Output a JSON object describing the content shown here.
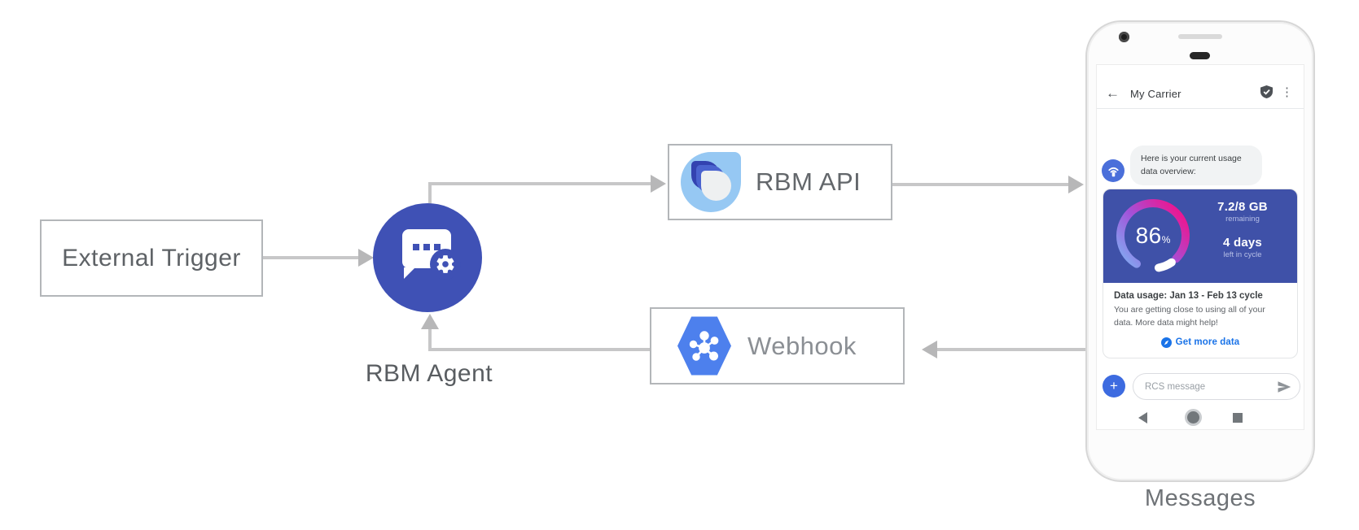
{
  "diagram": {
    "nodes": {
      "external_trigger": "External Trigger",
      "rbm_agent": "RBM Agent",
      "rbm_api": "RBM API",
      "webhook": "Webhook"
    },
    "caption": "Messages"
  },
  "phone": {
    "header": {
      "back": "←",
      "title": "My Carrier",
      "menu": "⋮"
    },
    "chat": {
      "agent_message": "Here is your current usage data overview:",
      "usage_card": {
        "percent": "86",
        "percent_unit": "%",
        "stat_primary_value": "7.2/8 GB",
        "stat_primary_caption": "remaining",
        "stat_secondary_value": "4 days",
        "stat_secondary_caption": "left in cycle",
        "title": "Data usage: Jan 13 - Feb 13 cycle",
        "body": "You are getting close to using all of your data. More data might help!",
        "action_label": "Get more data"
      }
    },
    "composer": {
      "placeholder": "RCS message",
      "plus": "+"
    }
  },
  "colors": {
    "agent_indigo": "#3f51b5",
    "card_indigo": "#3f51a8",
    "link_blue": "#1a73e8",
    "gauge_blue": "#7fb0f3",
    "gauge_purple": "#a352d9",
    "gauge_pink": "#ef148e",
    "arrow_gray": "#c7c7c8"
  }
}
